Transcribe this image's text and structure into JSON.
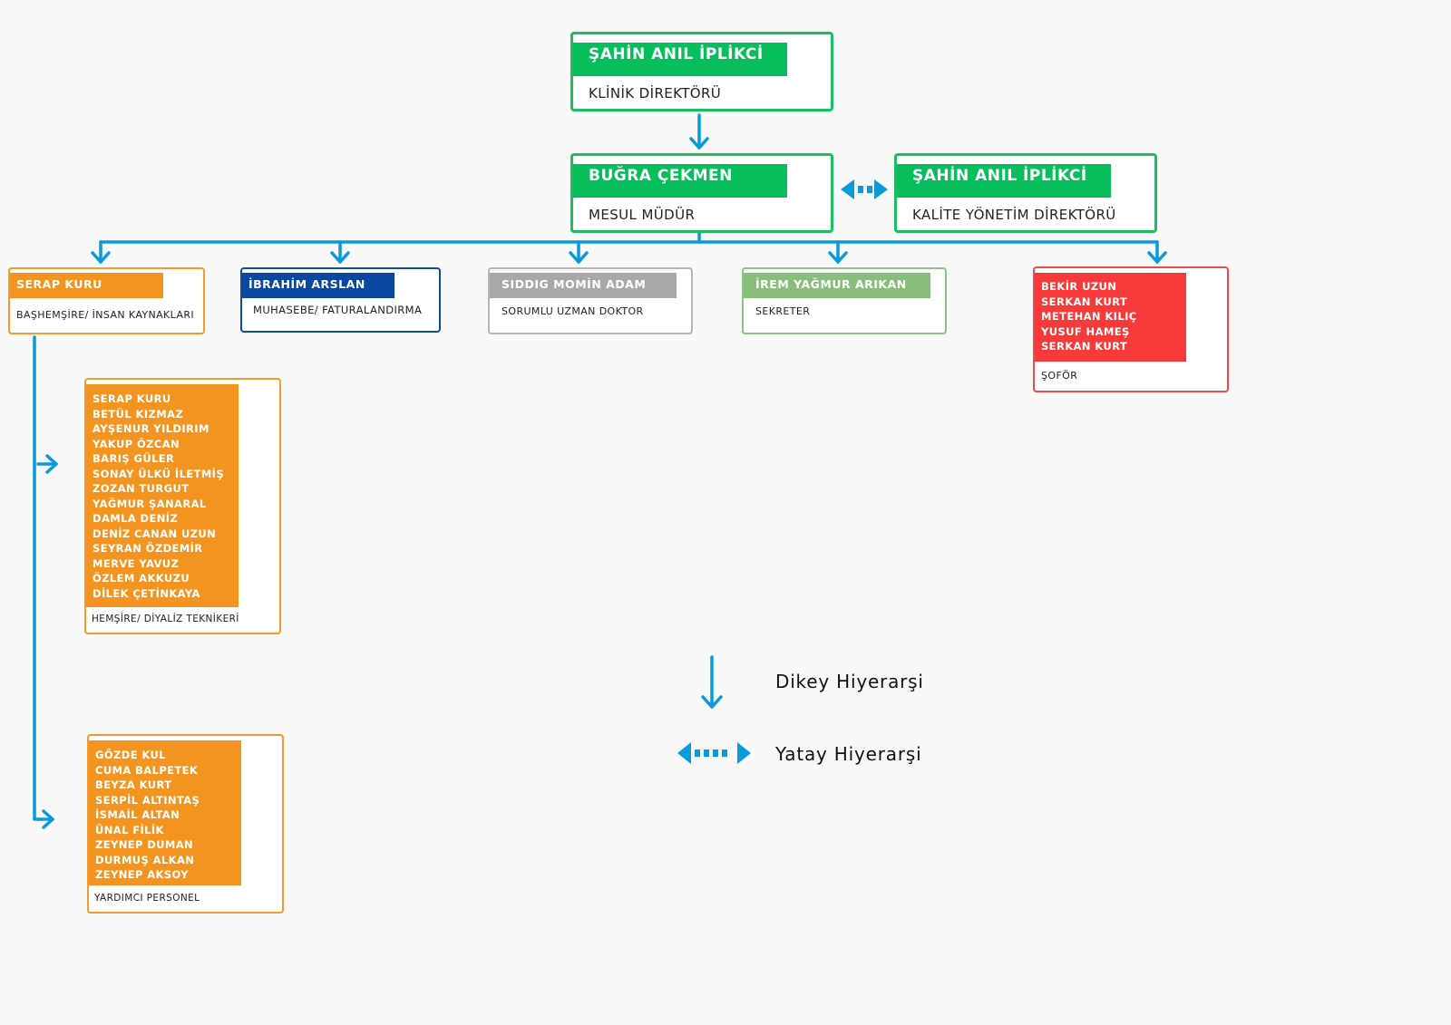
{
  "top": {
    "name": "ŞAHİN ANIL İPLİKCİ",
    "role": "KLİNİK DİREKTÖRÜ"
  },
  "second_left": {
    "name": "BUĞRA ÇEKMEN",
    "role": "MESUL MÜDÜR"
  },
  "second_right": {
    "name": "ŞAHİN ANIL İPLİKCİ",
    "role": "KALİTE YÖNETİM DİREKTÖRÜ"
  },
  "departments": [
    {
      "name": "SERAP KURU",
      "role": "BAŞHEMŞİRE/ İNSAN KAYNAKLARI"
    },
    {
      "name": "İBRAHİM ARSLAN",
      "role": "MUHASEBE/ FATURALANDIRMA"
    },
    {
      "name": "SIDDIG MOMİN ADAM",
      "role": "SORUMLU UZMAN DOKTOR"
    },
    {
      "name": "İREM YAĞMUR ARIKAN",
      "role": "SEKRETER"
    }
  ],
  "drivers": {
    "names": [
      "BEKİR UZUN",
      "SERKAN KURT",
      "METEHAN KILIÇ",
      "YUSUF HAMEŞ",
      "SERKAN KURT"
    ],
    "role": "ŞOFÖR"
  },
  "nurses": {
    "names": [
      "SERAP KURU",
      "BETÜL KIZMAZ",
      "AYŞENUR YILDIRIM",
      "YAKUP ÖZCAN",
      "BARIŞ GÜLER",
      "SONAY ÜLKÜ İLETMİŞ",
      "ZOZAN TURGUT",
      "YAĞMUR ŞANARAL",
      "DAMLA DENİZ",
      "DENİZ CANAN UZUN",
      "SEYRAN ÖZDEMİR",
      "MERVE YAVUZ",
      "ÖZLEM AKKUZU",
      "DİLEK ÇETİNKAYA"
    ],
    "role": "HEMŞİRE/ DİYALİZ TEKNİKERİ"
  },
  "assistants": {
    "names": [
      "GÖZDE KUL",
      "CUMA BALPETEK",
      "BEYZA KURT",
      "SERPİL ALTINTAŞ",
      "İSMAİL ALTAN",
      "ÜNAL FİLİK",
      "ZEYNEP DUMAN",
      "DURMUŞ ALKAN",
      "ZEYNEP AKSOY"
    ],
    "role": "YARDIMCI PERSONEL"
  },
  "legend": {
    "vertical": "Dikey Hiyerarşi",
    "horizontal": "Yatay Hiyerarşi"
  },
  "colors": {
    "connector": "#0a9ad9",
    "green": "#08bd5c",
    "orange": "#f39420",
    "blue": "#0a47a1",
    "grey": "#a8a8a8",
    "sage": "#88bd7d",
    "red": "#f63a3a"
  }
}
